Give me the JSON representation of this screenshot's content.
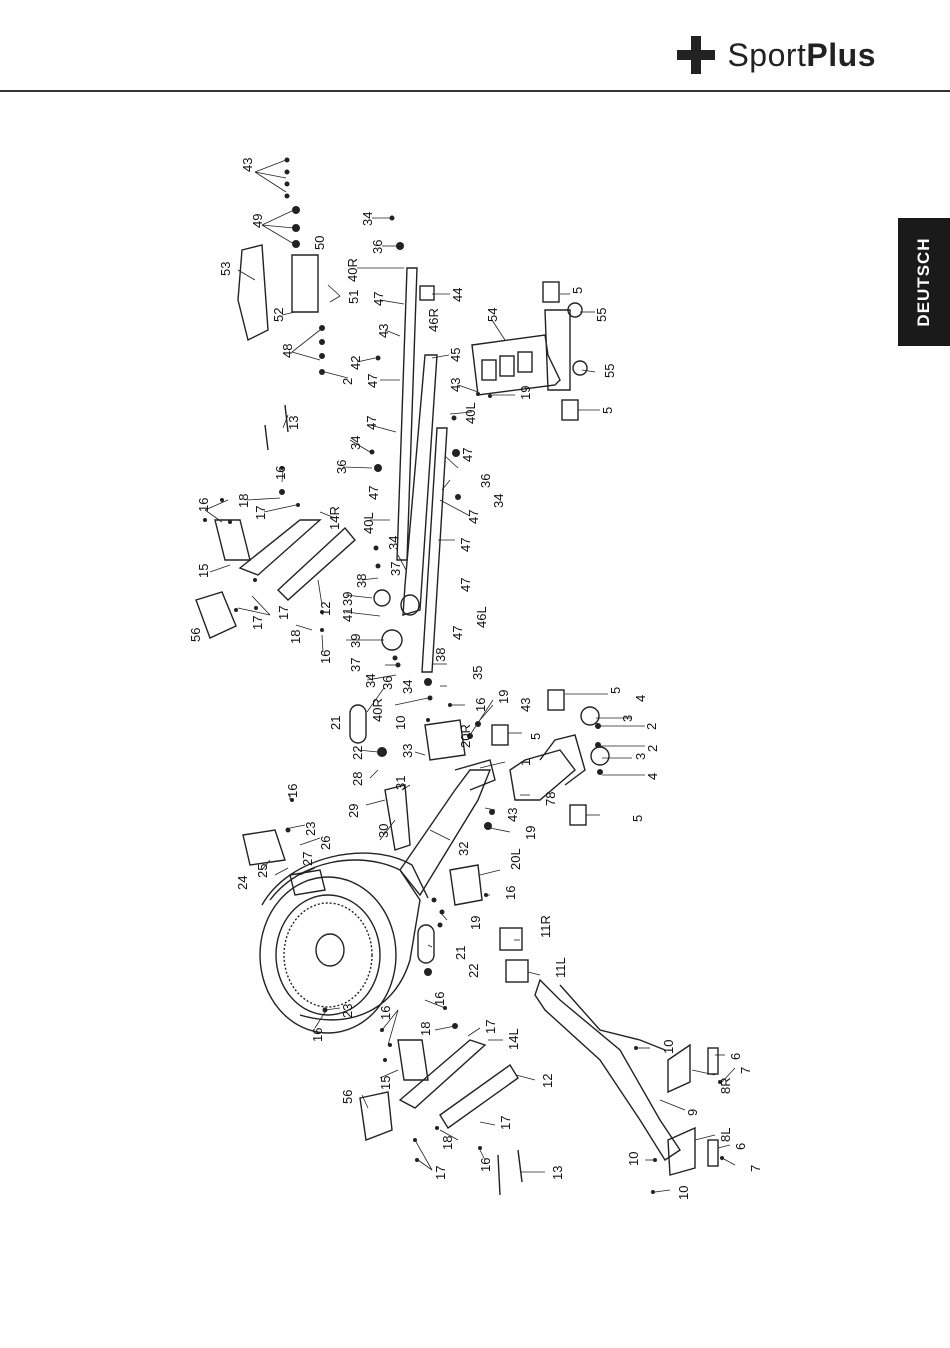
{
  "brand": {
    "prefix": "Sport",
    "suffix": "Plus"
  },
  "language_tab": "DEUTSCH",
  "callouts": [
    {
      "id": "c1",
      "text": "43"
    },
    {
      "id": "c2",
      "text": "49"
    },
    {
      "id": "c3",
      "text": "50"
    },
    {
      "id": "c4",
      "text": "34"
    },
    {
      "id": "c5",
      "text": "36"
    },
    {
      "id": "c6",
      "text": "40R"
    },
    {
      "id": "c7",
      "text": "53"
    },
    {
      "id": "c8",
      "text": "52"
    },
    {
      "id": "c9",
      "text": "51"
    },
    {
      "id": "c10",
      "text": "2"
    },
    {
      "id": "c11",
      "text": "48"
    },
    {
      "id": "c12",
      "text": "42"
    },
    {
      "id": "c13",
      "text": "43"
    },
    {
      "id": "c14",
      "text": "47"
    },
    {
      "id": "c15",
      "text": "47"
    },
    {
      "id": "c16",
      "text": "46R"
    },
    {
      "id": "c17",
      "text": "44"
    },
    {
      "id": "c18",
      "text": "45"
    },
    {
      "id": "c19",
      "text": "54"
    },
    {
      "id": "c20",
      "text": "5"
    },
    {
      "id": "c21",
      "text": "55"
    },
    {
      "id": "c22",
      "text": "55"
    },
    {
      "id": "c23",
      "text": "5"
    },
    {
      "id": "c24",
      "text": "19"
    },
    {
      "id": "c25",
      "text": "43"
    },
    {
      "id": "c26",
      "text": "40L"
    },
    {
      "id": "c27",
      "text": "13"
    },
    {
      "id": "c28",
      "text": "34"
    },
    {
      "id": "c29",
      "text": "47"
    },
    {
      "id": "c30",
      "text": "36"
    },
    {
      "id": "c31",
      "text": "47"
    },
    {
      "id": "c32",
      "text": "47"
    },
    {
      "id": "c33",
      "text": "36"
    },
    {
      "id": "c34",
      "text": "34"
    },
    {
      "id": "c35",
      "text": "47"
    },
    {
      "id": "c36",
      "text": "16"
    },
    {
      "id": "c37",
      "text": "16"
    },
    {
      "id": "c38",
      "text": "18"
    },
    {
      "id": "c39",
      "text": "17"
    },
    {
      "id": "c40",
      "text": "14R"
    },
    {
      "id": "c41",
      "text": "40L"
    },
    {
      "id": "c42",
      "text": "34"
    },
    {
      "id": "c43",
      "text": "37"
    },
    {
      "id": "c44",
      "text": "47"
    },
    {
      "id": "c45",
      "text": "15"
    },
    {
      "id": "c46",
      "text": "38"
    },
    {
      "id": "c47",
      "text": "39"
    },
    {
      "id": "c48",
      "text": "41"
    },
    {
      "id": "c49",
      "text": "47"
    },
    {
      "id": "c50",
      "text": "12"
    },
    {
      "id": "c51",
      "text": "17"
    },
    {
      "id": "c52",
      "text": "17"
    },
    {
      "id": "c53",
      "text": "56"
    },
    {
      "id": "c54",
      "text": "18"
    },
    {
      "id": "c55",
      "text": "16"
    },
    {
      "id": "c56",
      "text": "39"
    },
    {
      "id": "c57",
      "text": "47"
    },
    {
      "id": "c58",
      "text": "46L"
    },
    {
      "id": "c59",
      "text": "37"
    },
    {
      "id": "c60",
      "text": "34"
    },
    {
      "id": "c61",
      "text": "38"
    },
    {
      "id": "c62",
      "text": "35"
    },
    {
      "id": "c63",
      "text": "36"
    },
    {
      "id": "c64",
      "text": "34"
    },
    {
      "id": "c65",
      "text": "21"
    },
    {
      "id": "c66",
      "text": "40R"
    },
    {
      "id": "c67",
      "text": "10"
    },
    {
      "id": "c68",
      "text": "16"
    },
    {
      "id": "c69",
      "text": "19"
    },
    {
      "id": "c70",
      "text": "43"
    },
    {
      "id": "c71",
      "text": "5"
    },
    {
      "id": "c72",
      "text": "4"
    },
    {
      "id": "c73",
      "text": "5"
    },
    {
      "id": "c74",
      "text": "3"
    },
    {
      "id": "c75",
      "text": "2"
    },
    {
      "id": "c76",
      "text": "20R"
    },
    {
      "id": "c77",
      "text": "22"
    },
    {
      "id": "c78",
      "text": "33"
    },
    {
      "id": "c79",
      "text": "1"
    },
    {
      "id": "c80",
      "text": "2"
    },
    {
      "id": "c81",
      "text": "3"
    },
    {
      "id": "c82",
      "text": "4"
    },
    {
      "id": "c83",
      "text": "28"
    },
    {
      "id": "c84",
      "text": "31"
    },
    {
      "id": "c85",
      "text": "16"
    },
    {
      "id": "c86",
      "text": "29"
    },
    {
      "id": "c87",
      "text": "78"
    },
    {
      "id": "c88",
      "text": "23"
    },
    {
      "id": "c89",
      "text": "30"
    },
    {
      "id": "c90",
      "text": "43"
    },
    {
      "id": "c91",
      "text": "5"
    },
    {
      "id": "c92",
      "text": "26"
    },
    {
      "id": "c93",
      "text": "19"
    },
    {
      "id": "c94",
      "text": "32"
    },
    {
      "id": "c95",
      "text": "24"
    },
    {
      "id": "c96",
      "text": "25"
    },
    {
      "id": "c97",
      "text": "27"
    },
    {
      "id": "c98",
      "text": "20L"
    },
    {
      "id": "c99",
      "text": "16"
    },
    {
      "id": "c100",
      "text": "19"
    },
    {
      "id": "c101",
      "text": "11R"
    },
    {
      "id": "c102",
      "text": "21"
    },
    {
      "id": "c103",
      "text": "22"
    },
    {
      "id": "c104",
      "text": "11L"
    },
    {
      "id": "c105",
      "text": "16"
    },
    {
      "id": "c106",
      "text": "23"
    },
    {
      "id": "c107",
      "text": "16"
    },
    {
      "id": "c108",
      "text": "16"
    },
    {
      "id": "c109",
      "text": "18"
    },
    {
      "id": "c110",
      "text": "17"
    },
    {
      "id": "c111",
      "text": "14L"
    },
    {
      "id": "c112",
      "text": "15"
    },
    {
      "id": "c113",
      "text": "56"
    },
    {
      "id": "c114",
      "text": "12"
    },
    {
      "id": "c115",
      "text": "17"
    },
    {
      "id": "c116",
      "text": "18"
    },
    {
      "id": "c117",
      "text": "17"
    },
    {
      "id": "c118",
      "text": "16"
    },
    {
      "id": "c119",
      "text": "13"
    },
    {
      "id": "c120",
      "text": "10"
    },
    {
      "id": "c121",
      "text": "6"
    },
    {
      "id": "c122",
      "text": "7"
    },
    {
      "id": "c123",
      "text": "8R"
    },
    {
      "id": "c124",
      "text": "9"
    },
    {
      "id": "c125",
      "text": "8L"
    },
    {
      "id": "c126",
      "text": "6"
    },
    {
      "id": "c127",
      "text": "10"
    },
    {
      "id": "c128",
      "text": "7"
    },
    {
      "id": "c129",
      "text": "10"
    }
  ]
}
